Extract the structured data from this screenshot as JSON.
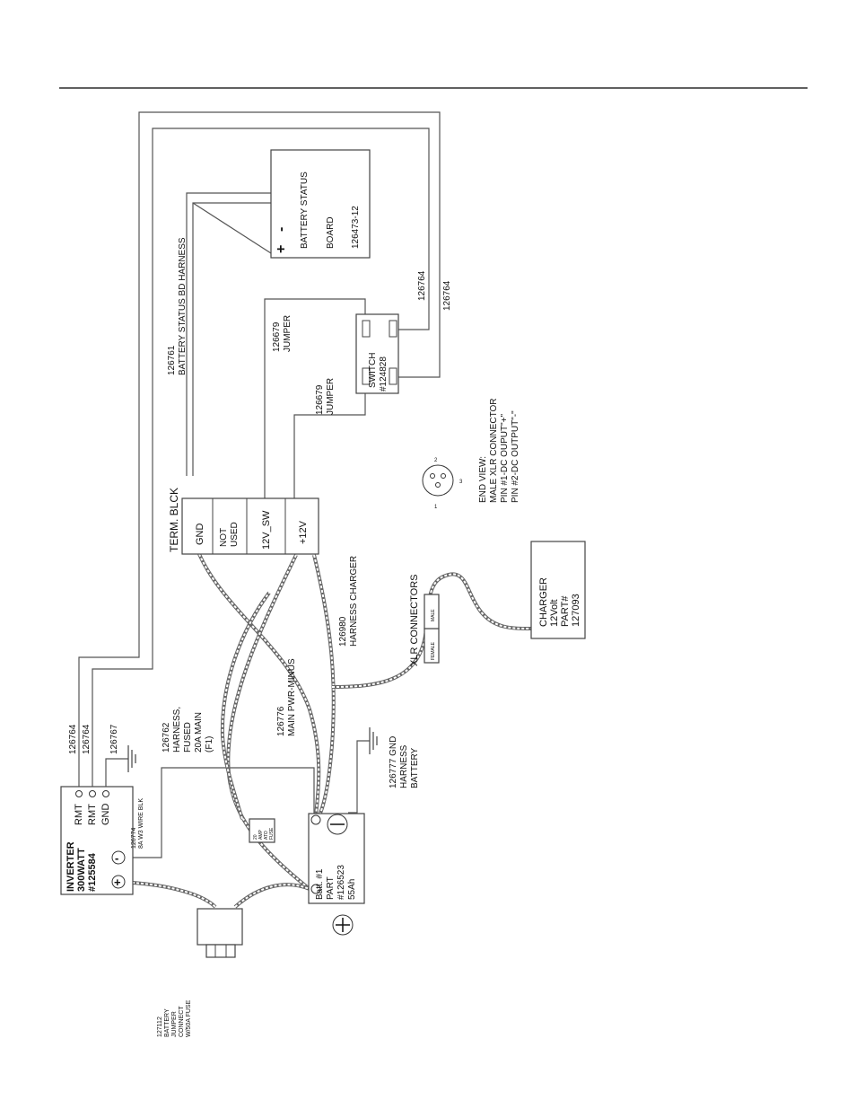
{
  "diagram": {
    "terminal_block": {
      "title": "TERM. BLCK",
      "cells": [
        "GND",
        "NOT",
        "USED",
        "12V_SW",
        "+12V"
      ]
    },
    "battery_status_board": {
      "plus": "+",
      "minus": "-",
      "lines": [
        "BATTERY STATUS",
        "BOARD",
        "126473-12"
      ]
    },
    "switch": {
      "lines": [
        "SWITCH",
        "#124828"
      ]
    },
    "inverter": {
      "lines": [
        "INVERTER",
        "300WATT",
        "#125584"
      ],
      "terminals": [
        "RMT",
        "RMT",
        "GND"
      ],
      "wire_blk": "8A W3 WIRE BLK",
      "wire_blk_part": "126774"
    },
    "battery": {
      "lines": [
        "Batt. #1",
        "PART",
        "#126523",
        "55Ah"
      ]
    },
    "charger": {
      "lines": [
        "CHARGER",
        "12Volt",
        "PART#",
        "127093"
      ]
    },
    "xlr": {
      "connectors_label": "XLR CONNECTORS",
      "female": "FEMALE",
      "male": "MALE",
      "end_view": [
        "END VIEW:",
        "MALE XLR CONNECTOR",
        "PIN #1-DC OUPUT\"+\"",
        "PIN #2-DC OUTPUT\"-\""
      ],
      "pins": [
        "1",
        "2",
        "3"
      ]
    },
    "labels": {
      "bs_harness": [
        "126761",
        "BATTERY STATUS BD HARNESS"
      ],
      "jumper1": [
        "126679",
        "JUMPER"
      ],
      "jumper2": [
        "126679",
        "JUMPER"
      ],
      "w126764_a": "126764",
      "w126764_b": "126764",
      "w126764_c": "126764",
      "w126764_d": "126764",
      "w126767": "126767",
      "harness_fused": [
        "126762",
        "HARNESS,",
        "FUSED",
        "20A MAIN",
        "(F1)"
      ],
      "main_pwr": [
        "126776",
        "MAIN PWR-MINUS"
      ],
      "harness_charger": [
        "126980",
        "HARNESS CHARGER"
      ],
      "gnd_harness": [
        "126777 GND",
        "HARNESS",
        "BATTERY"
      ],
      "jumper_connect": [
        "127112",
        "BATTERY",
        "JUMPER",
        "CONNECT",
        "W/50A FUSE"
      ],
      "fuse_box": [
        "20",
        "AMP",
        "ATO",
        "FUSE"
      ]
    },
    "symbols": {
      "plus": "+",
      "minus": "-"
    }
  }
}
